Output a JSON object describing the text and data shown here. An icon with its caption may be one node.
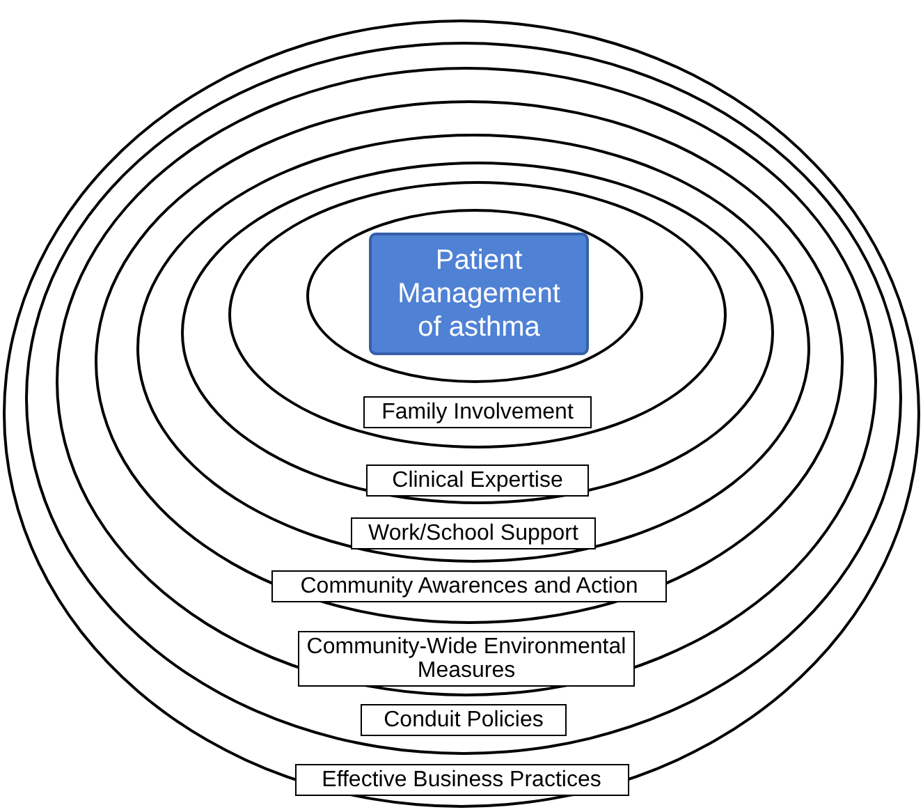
{
  "diagram": {
    "nodes": [
      {
        "text": [
          "Effective Business Practices"
        ]
      },
      {
        "text": [
          "Conduit Policies"
        ],
        "in": 0
      },
      {
        "text": [
          "Community-Wide Environmental Measures"
        ],
        "in": 1
      },
      {
        "text": [
          "Community Awarences and Action"
        ],
        "in": 2
      },
      {
        "text": [
          "Work/School Support"
        ],
        "in": 3
      },
      {
        "text": [
          "Clinical Expertise"
        ],
        "in": 4
      },
      {
        "text": [
          "Family Involvement"
        ],
        "in": 5
      },
      {
        "text": [],
        "shape": "circle",
        "in": 6
      },
      {
        "text": [
          "Patient Management of asthma"
        ],
        "in": 7
      }
    ]
  }
}
